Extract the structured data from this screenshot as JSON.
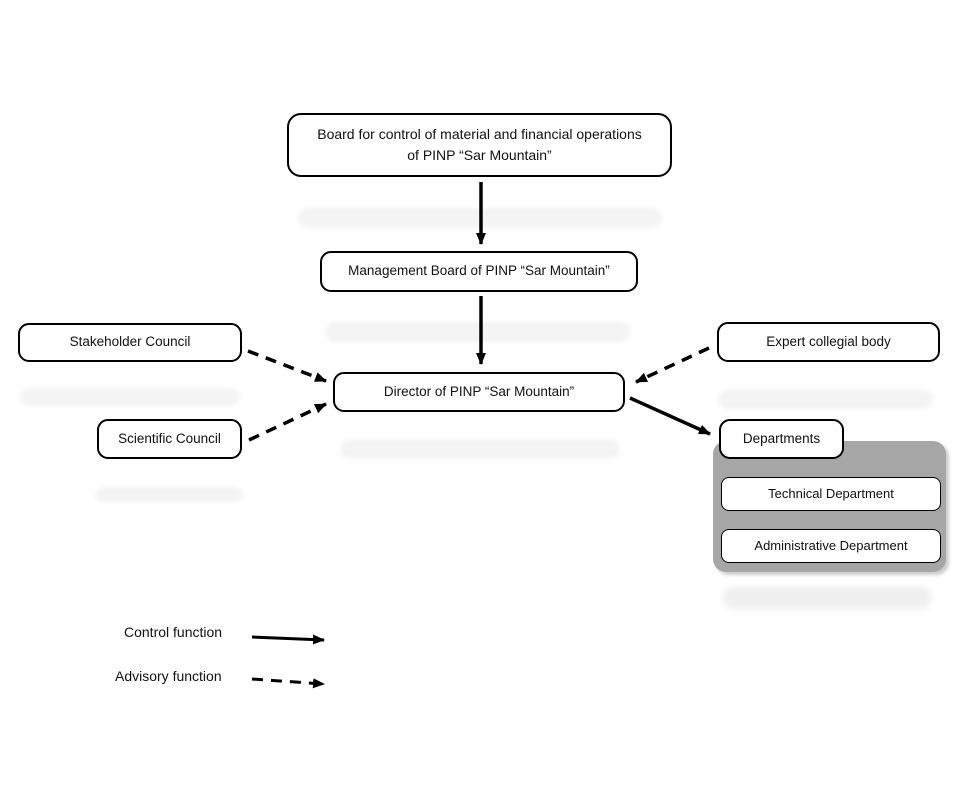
{
  "diagram": {
    "nodes": {
      "board": "Board for control of material and financial operations\nof PINP “Sar Mountain”",
      "management": "Management Board of PINP “Sar Mountain”",
      "director": "Director of PINP “Sar Mountain”",
      "stakeholder": "Stakeholder Council",
      "scientific": "Scientific Council",
      "expert": "Expert collegial body",
      "departments": "Departments",
      "technical": "Technical Department",
      "administrative": "Administrative Department"
    },
    "edges": [
      {
        "from": "board",
        "to": "management",
        "type": "control"
      },
      {
        "from": "management",
        "to": "director",
        "type": "control"
      },
      {
        "from": "stakeholder",
        "to": "director",
        "type": "advisory"
      },
      {
        "from": "scientific",
        "to": "director",
        "type": "advisory"
      },
      {
        "from": "expert",
        "to": "director",
        "type": "advisory"
      },
      {
        "from": "director",
        "to": "departments",
        "type": "control"
      }
    ],
    "legend": {
      "control": "Control function",
      "advisory": "Advisory function"
    },
    "colors": {
      "background": "#ffffff",
      "node_fill": "#ffffff",
      "node_border": "#000000",
      "arrow": "#000000",
      "group_fill": "#a6a6a6",
      "ghost_fill": "#f4f4f4"
    }
  }
}
